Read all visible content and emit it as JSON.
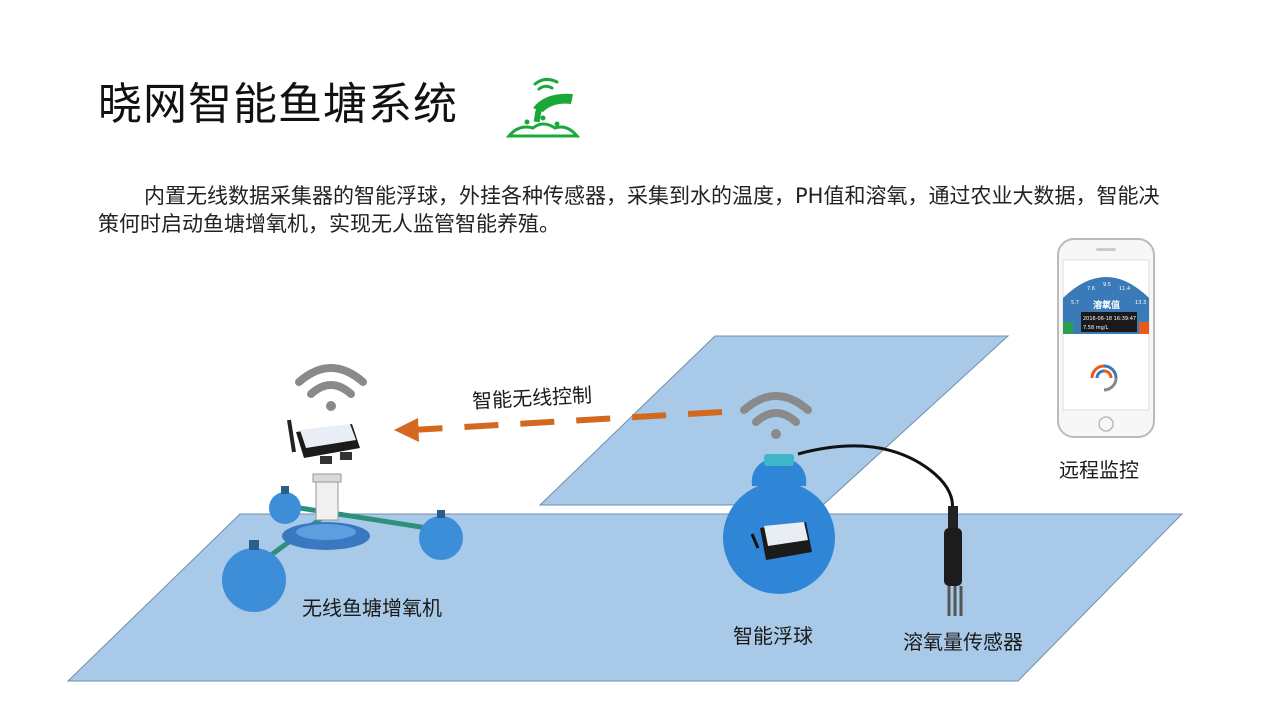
{
  "title": "晓网智能鱼塘系统",
  "description": "内置无线数据采集器的智能浮球，外挂各种传感器，采集到水的温度，PH值和溶氧，通过农业大数据，智能决策何时启动鱼塘增氧机，实现无人监管智能养殖。",
  "labels": {
    "wireless_control": "智能无线控制",
    "aerator": "无线鱼塘增氧机",
    "smart_buoy": "智能浮球",
    "do_sensor": "溶氧量传感器",
    "remote_monitor": "远程监控"
  },
  "phone_screen": {
    "gauge_title": "溶氧值",
    "timestamp": "2016-06-18 16:39:47",
    "reading": "7.58 mg/L",
    "ticks": [
      "5.7",
      "7.6",
      "9.5",
      "11.4",
      "13.3"
    ]
  },
  "colors": {
    "water": "#a9c9e8",
    "water_edge": "#6f8faf",
    "buoy": "#2f86d6",
    "arrow": "#d2691e",
    "wifi": "#8a8a8a",
    "logo": "#1aa83a"
  }
}
